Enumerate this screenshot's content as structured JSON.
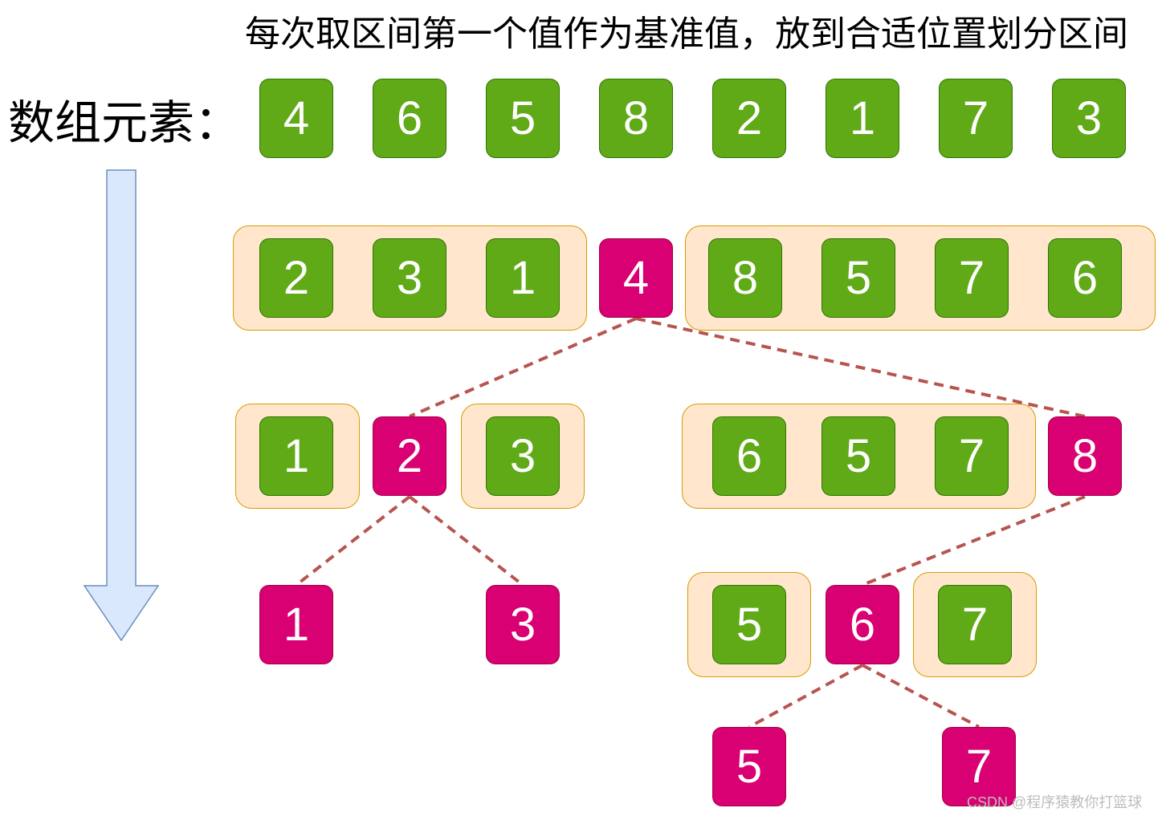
{
  "title": "每次取区间第一个值作为基准值，放到合适位置划分区间",
  "row_label": "数组元素：",
  "watermark": "CSDN @程序猿教你打篮球",
  "colors": {
    "element": "#60a917",
    "pivot": "#d80073",
    "partition": "#ffe6cc",
    "link": "#b85450",
    "arrow": "#dae8fc"
  },
  "steps": [
    {
      "nodes": [
        {
          "v": "4",
          "k": "element"
        },
        {
          "v": "6",
          "k": "element"
        },
        {
          "v": "5",
          "k": "element"
        },
        {
          "v": "8",
          "k": "element"
        },
        {
          "v": "2",
          "k": "element"
        },
        {
          "v": "1",
          "k": "element"
        },
        {
          "v": "7",
          "k": "element"
        },
        {
          "v": "3",
          "k": "element"
        }
      ]
    },
    {
      "nodes": [
        {
          "v": "2",
          "k": "element"
        },
        {
          "v": "3",
          "k": "element"
        },
        {
          "v": "1",
          "k": "element"
        },
        {
          "v": "4",
          "k": "pivot"
        },
        {
          "v": "8",
          "k": "element"
        },
        {
          "v": "5",
          "k": "element"
        },
        {
          "v": "7",
          "k": "element"
        },
        {
          "v": "6",
          "k": "element"
        }
      ]
    },
    {
      "nodes": [
        {
          "v": "1",
          "k": "element"
        },
        {
          "v": "2",
          "k": "pivot"
        },
        {
          "v": "3",
          "k": "element"
        },
        {
          "v": "6",
          "k": "element"
        },
        {
          "v": "5",
          "k": "element"
        },
        {
          "v": "7",
          "k": "element"
        },
        {
          "v": "8",
          "k": "pivot"
        }
      ]
    },
    {
      "nodes": [
        {
          "v": "1",
          "k": "pivot"
        },
        {
          "v": "3",
          "k": "pivot"
        },
        {
          "v": "5",
          "k": "element"
        },
        {
          "v": "6",
          "k": "pivot"
        },
        {
          "v": "7",
          "k": "element"
        }
      ]
    },
    {
      "nodes": [
        {
          "v": "5",
          "k": "pivot"
        },
        {
          "v": "7",
          "k": "pivot"
        }
      ]
    }
  ]
}
